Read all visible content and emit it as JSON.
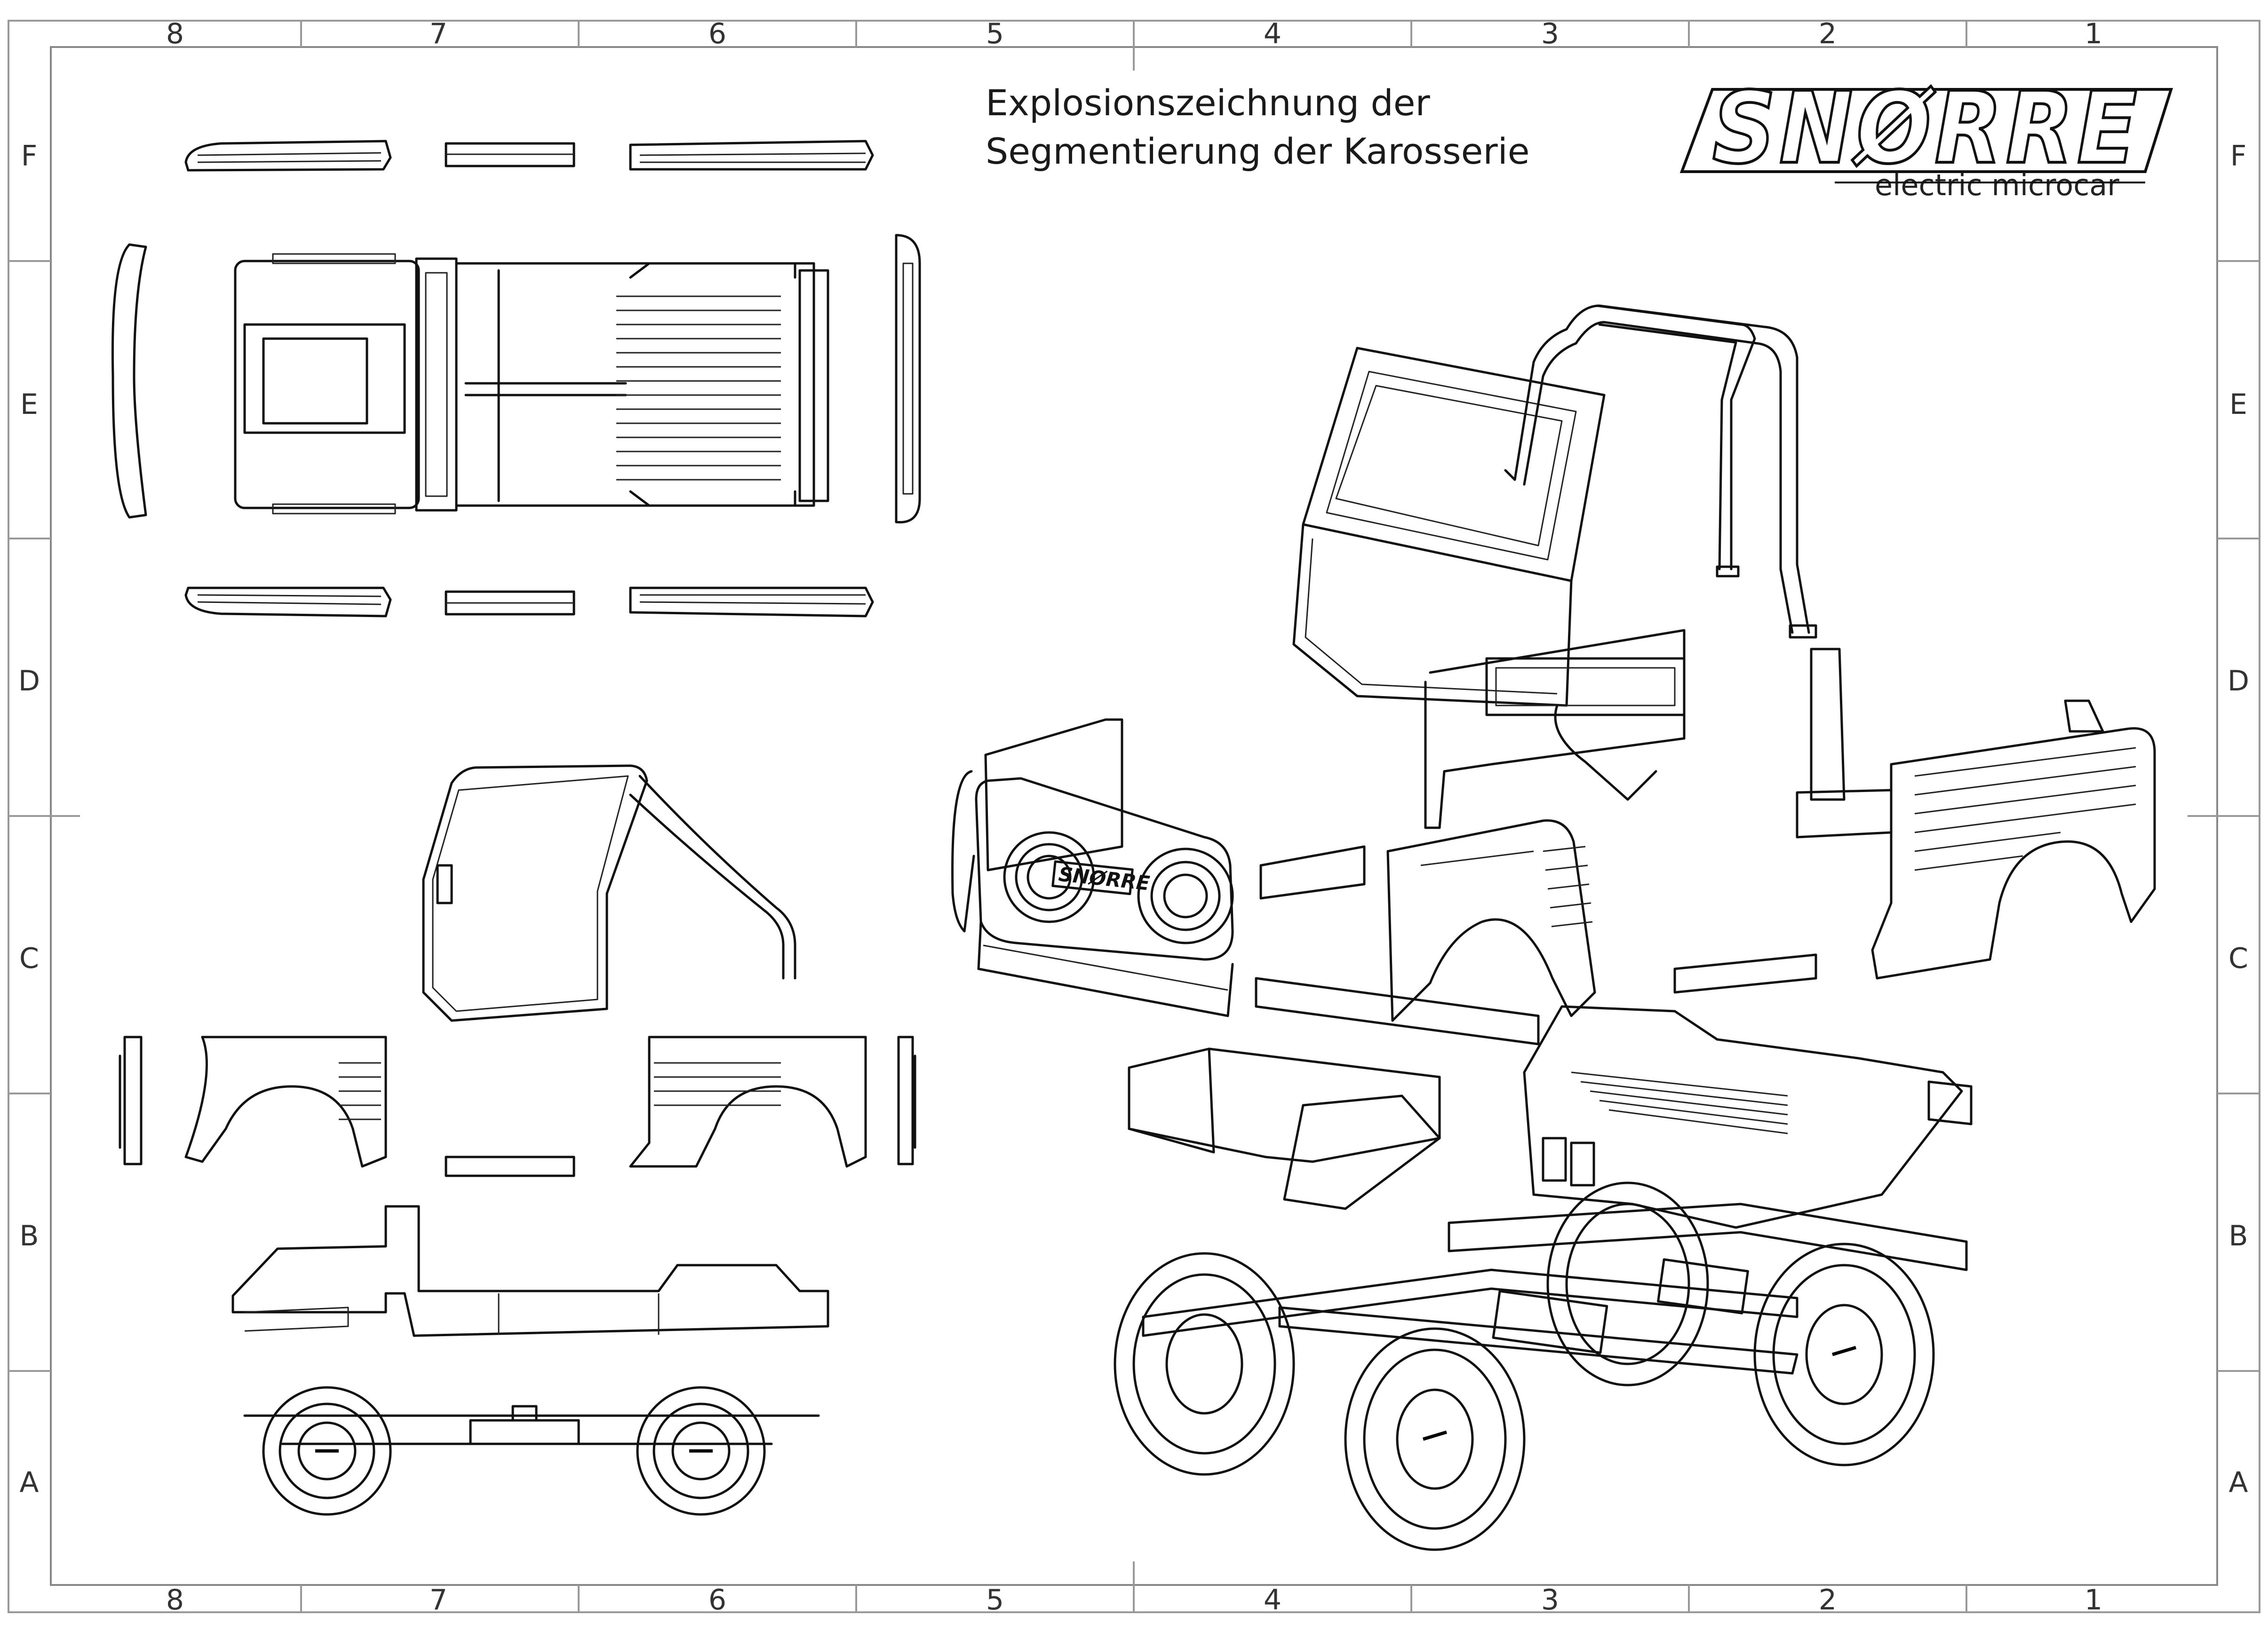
{
  "title": {
    "line1": "Explosionszeichnung der",
    "line2": "Segmentierung der Karosserie"
  },
  "logo": {
    "name": "SNØRRE",
    "tagline": "electric microcar"
  },
  "grid": {
    "columns_top": [
      "8",
      "7",
      "6",
      "5",
      "4",
      "3",
      "2",
      "1"
    ],
    "columns_bottom": [
      "8",
      "7",
      "6",
      "5",
      "4",
      "3",
      "2",
      "1"
    ],
    "rows_left": [
      "F",
      "E",
      "D",
      "C",
      "B",
      "A"
    ],
    "rows_right": [
      "F",
      "E",
      "D",
      "C",
      "B",
      "A"
    ]
  },
  "grille_badge": "SNØRRE",
  "colors": {
    "line": "#111111",
    "frame": "#999999",
    "background": "#ffffff"
  }
}
